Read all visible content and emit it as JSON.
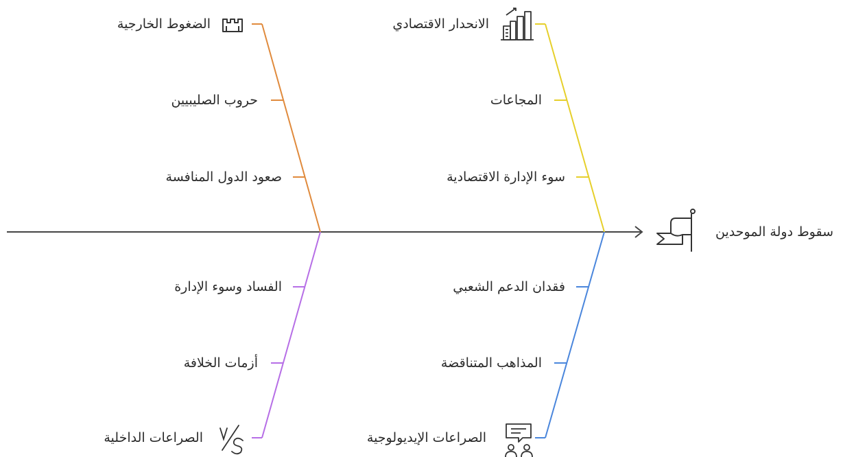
{
  "effect": {
    "label": "سقوط دولة الموحدين",
    "icon": "flag-icon"
  },
  "colors": {
    "spine": "#444444",
    "external": "#e08a3c",
    "economic": "#e6cf2a",
    "internal": "#b66ee6",
    "ideological": "#4a86dc"
  },
  "branches": {
    "external": {
      "color_key": "external",
      "icon": "tower-icon",
      "items": [
        "الضغوط الخارجية",
        "حروب الصليبيين",
        "صعود الدول المنافسة"
      ]
    },
    "economic": {
      "color_key": "economic",
      "icon": "city-chart-icon",
      "items": [
        "الانحدار الاقتصادي",
        "المجاعات",
        "سوء الإدارة الاقتصادية"
      ]
    },
    "internal": {
      "color_key": "internal",
      "icon": "versus-icon",
      "items": [
        "الفساد وسوء الإدارة",
        "أزمات الخلافة",
        "الصراعات الداخلية"
      ]
    },
    "ideological": {
      "color_key": "ideological",
      "icon": "people-chat-icon",
      "items": [
        "فقدان الدعم الشعبي",
        "المذاهب المتناقضة",
        "الصراعات الإيديولوجية"
      ]
    }
  }
}
